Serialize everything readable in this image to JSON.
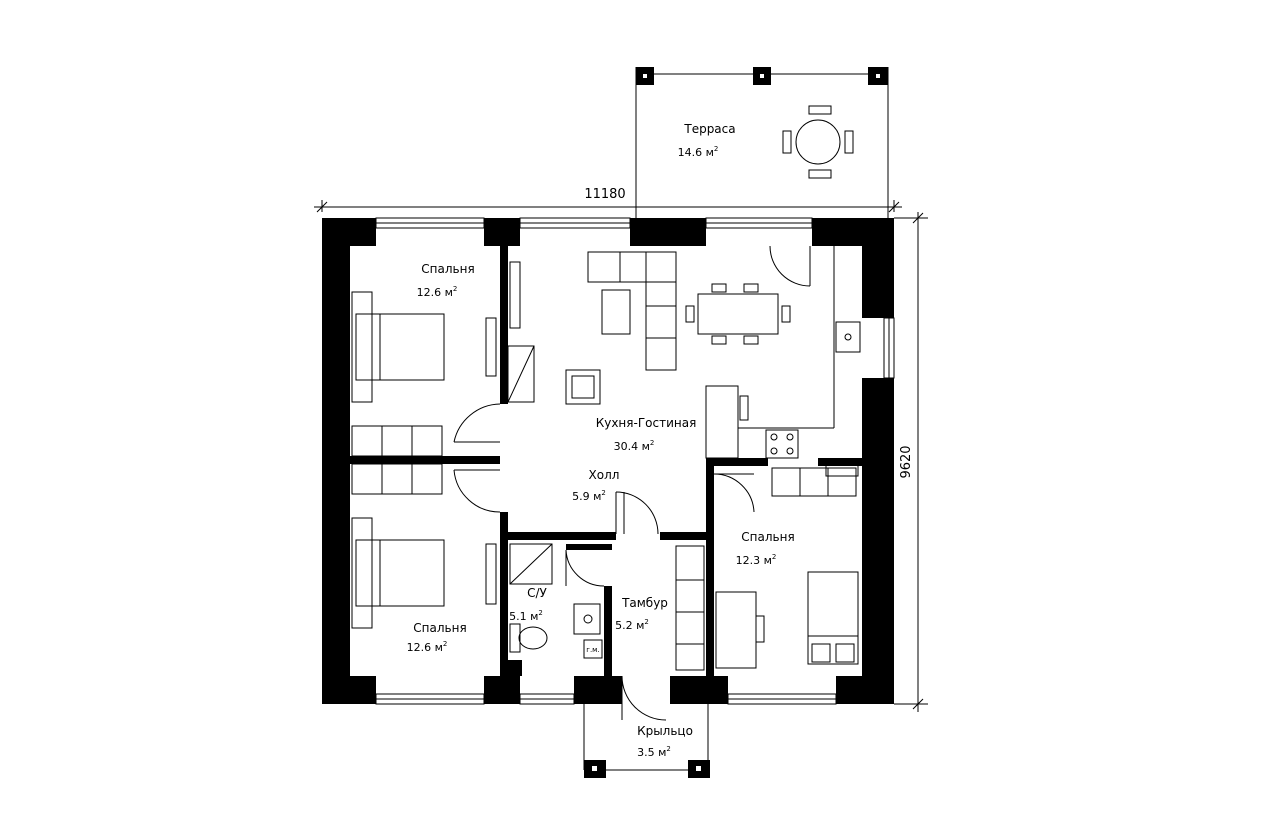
{
  "dimensions": {
    "width": "11180",
    "height": "9620"
  },
  "rooms": [
    {
      "id": "terrace",
      "name": "Терраса",
      "area": "14.6 м",
      "unit_sup": "2"
    },
    {
      "id": "bedroom_top_left",
      "name": "Спальня",
      "area": "12.6 м",
      "unit_sup": "2"
    },
    {
      "id": "kitchen_living",
      "name": "Кухня-Гостиная",
      "area": "30.4 м",
      "unit_sup": "2"
    },
    {
      "id": "hall",
      "name": "Холл",
      "area": "5.9 м",
      "unit_sup": "2"
    },
    {
      "id": "bedroom_right",
      "name": "Спальня",
      "area": "12.3 м",
      "unit_sup": "2"
    },
    {
      "id": "bathroom",
      "name": "С/У",
      "area": "5.1 м",
      "unit_sup": "2"
    },
    {
      "id": "vestibule",
      "name": "Тамбур",
      "area": "5.2 м",
      "unit_sup": "2"
    },
    {
      "id": "bedroom_bottom_left",
      "name": "Спальня",
      "area": "12.6 м",
      "unit_sup": "2"
    },
    {
      "id": "porch",
      "name": "Крыльцо",
      "area": "3.5 м",
      "unit_sup": "2"
    }
  ],
  "boiler_label": "г.м."
}
